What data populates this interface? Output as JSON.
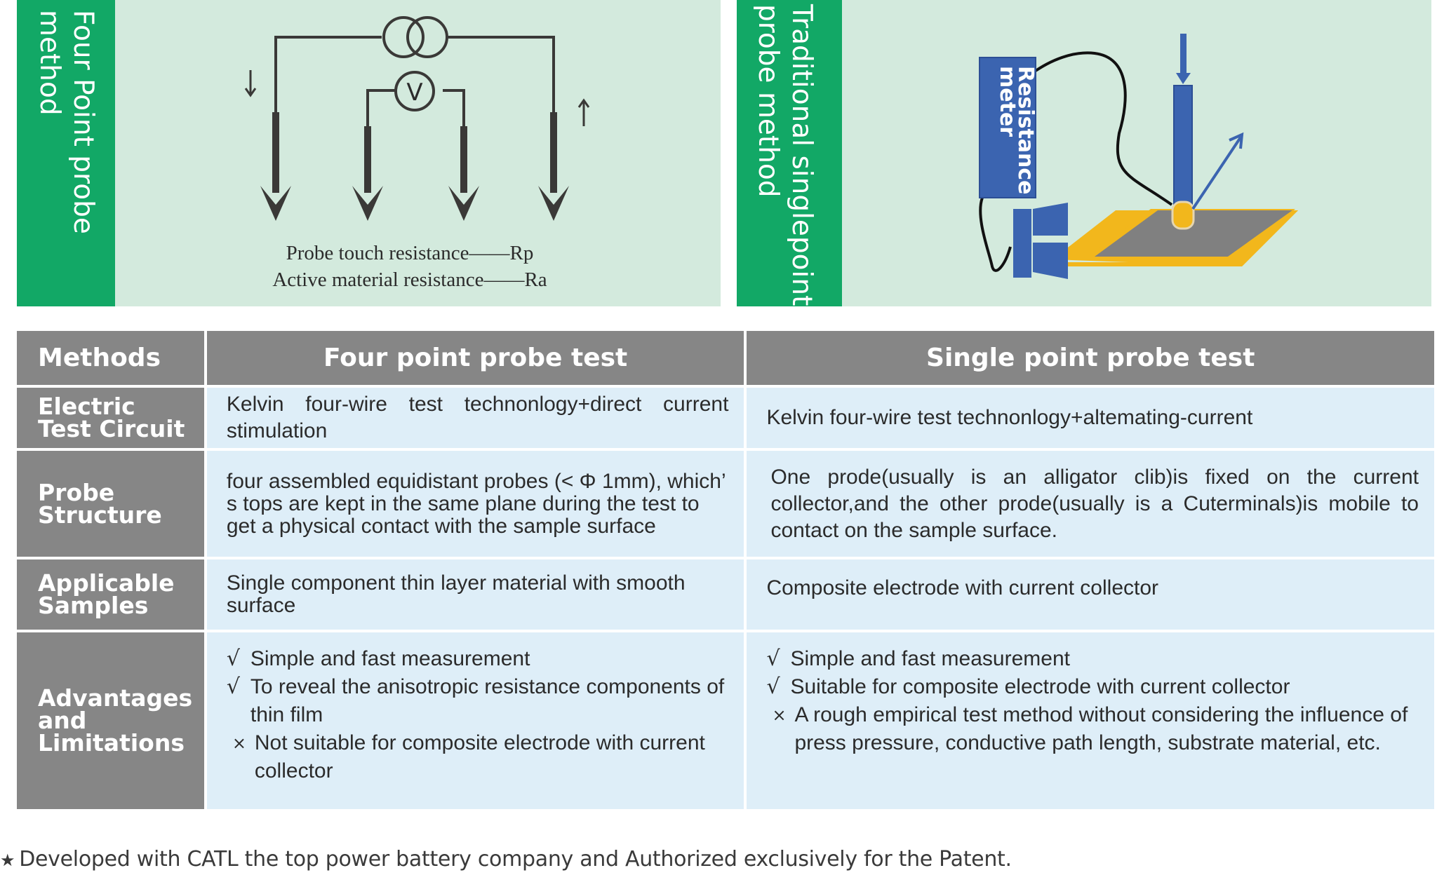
{
  "panels": {
    "left": {
      "label": "Four Point probe\nmethod",
      "legend": [
        "Probe touch resistance——Rp",
        "Active material resistance——Ra"
      ],
      "meter_symbol": "V"
    },
    "right": {
      "label": "Traditional singlepoint\nprobe method",
      "meter_label": "Resistance\nmeter"
    }
  },
  "colors": {
    "panel_bg": "#d3eadd",
    "panel_bar": "#12a866",
    "table_header": "#868686",
    "cell_bg": "#deeef8",
    "probe_blue": "#3b64b0",
    "sample_gray": "#808080",
    "collector_yellow": "#f2b71c"
  },
  "table": {
    "headers": [
      "Methods",
      "Four point probe test",
      "Single point probe test"
    ],
    "rows": [
      {
        "label": "Electric\nTest Circuit",
        "four_point": "Kelvin four-wire test technonlogy+direct current stimulation",
        "single_point": "Kelvin four-wire test technonlogy+altemating-current"
      },
      {
        "label": "Probe\nStructure",
        "four_point": "four assembled equidistant probes (< Φ 1mm), which’ s tops are kept in the same plane during the test to get a physical contact with the sample surface",
        "single_point": "One prode(usually is an alligator clib)is fixed on the current collector,and the other prode(usually is a Cuterminals)is mobile to contact on the sample surface."
      },
      {
        "label": "Applicable\nSamples",
        "four_point": "Single component  thin layer material with smooth surface",
        "single_point": "Composite electrode with current collector"
      },
      {
        "label": "Advantages\nand\nLimitations",
        "four_point_items": [
          {
            "mark": "√",
            "type": "pro",
            "text": "Simple and fast measurement"
          },
          {
            "mark": "√",
            "type": "pro",
            "text": "To reveal the anisotropic resistance components of thin film"
          },
          {
            "mark": "×",
            "type": "con",
            "text": "Not suitable for composite electrode with current collector"
          }
        ],
        "single_point_items": [
          {
            "mark": "√",
            "type": "pro",
            "text": "Simple and fast measurement"
          },
          {
            "mark": "√",
            "type": "pro",
            "text": "Suitable for composite electrode with current collector"
          },
          {
            "mark": "×",
            "type": "con",
            "text": "A rough empirical test method without considering the influence of press pressure, conductive path length, substrate material, etc."
          }
        ]
      }
    ]
  },
  "footnote": {
    "icon": "★",
    "text": "Developed with CATL the top power battery company and Authorized exclusively for the Patent."
  }
}
